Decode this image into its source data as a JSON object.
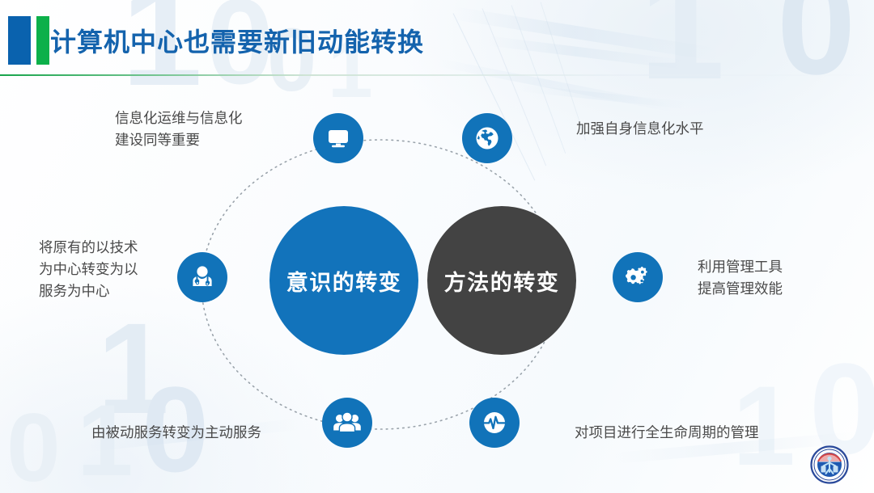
{
  "slide": {
    "title": "计算机中心也需要新旧动能转换",
    "accent_blue": "#1463ad",
    "accent_green": "#0cb04a",
    "node_blue": "#1173b9",
    "core_blue": "#1273bb",
    "core_gray": "#434343",
    "caption_color": "#4a4a4a"
  },
  "cores": [
    {
      "label": "意识的转变",
      "color": "#1273bb"
    },
    {
      "label": "方法的转变",
      "color": "#434343"
    }
  ],
  "nodes": [
    {
      "icon": "monitor-icon",
      "position": "top-left",
      "caption": "信息化运维与信息化\n建设同等重要"
    },
    {
      "icon": "globe-icon",
      "position": "top-right",
      "caption": "加强自身信息化水平"
    },
    {
      "icon": "doctor-icon",
      "position": "mid-left",
      "caption": "将原有的以技术\n为中心转变为以\n服务为中心"
    },
    {
      "icon": "gears-icon",
      "position": "mid-right",
      "caption": "利用管理工具\n提高管理效能"
    },
    {
      "icon": "people-icon",
      "position": "bottom-left",
      "caption": "由被动服务转变为主动服务"
    },
    {
      "icon": "pulse-icon",
      "position": "bottom-right",
      "caption": "对项目进行全生命周期的管理"
    }
  ],
  "background": {
    "digits": [
      "1",
      "0",
      "0",
      "1",
      "1",
      "0",
      "1",
      "0",
      "1",
      "0",
      "1",
      "0"
    ]
  },
  "logo": {
    "name": "hospital-emblem-logo"
  }
}
